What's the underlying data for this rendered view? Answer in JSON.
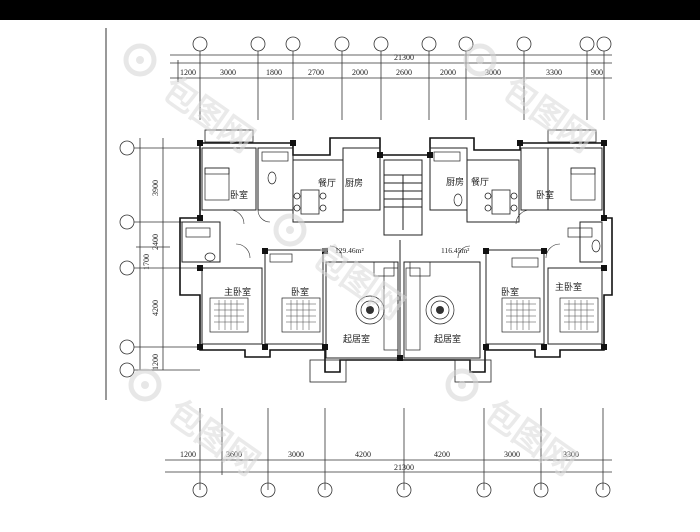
{
  "header": {
    "bar_color": "#000000"
  },
  "plan": {
    "line_color": "#222222",
    "wall_color": "#111111",
    "top_dimensions": {
      "total": "21300",
      "segments": [
        "1200",
        "3000",
        "1800",
        "2700",
        "2000",
        "2600",
        "2000",
        "3000",
        "3300",
        "900"
      ]
    },
    "bottom_dimensions": {
      "total": "21300",
      "segments": [
        "1200",
        "3600",
        "3000",
        "4200",
        "4200",
        "3000",
        "3300"
      ]
    },
    "left_dimensions": {
      "segments": [
        "3900",
        "2400",
        "1700",
        "4200",
        "1200"
      ]
    },
    "rooms": {
      "left_bedroom_upper": "卧室",
      "dining_left": "餐厅",
      "kitchen_left": "厨房",
      "kitchen_right": "厨房",
      "dining_right": "餐厅",
      "right_bedroom_upper": "卧室",
      "master_bedroom_left": "主卧室",
      "bedroom_left": "卧室",
      "living_left": "起居室",
      "living_right": "起居室",
      "bedroom_right": "卧室",
      "master_bedroom_right": "主卧室"
    },
    "areas": {
      "left_unit": "129.46m²",
      "right_unit": "116.45m²"
    }
  },
  "watermark": {
    "text": "包图网",
    "icon": "logo-icon"
  }
}
